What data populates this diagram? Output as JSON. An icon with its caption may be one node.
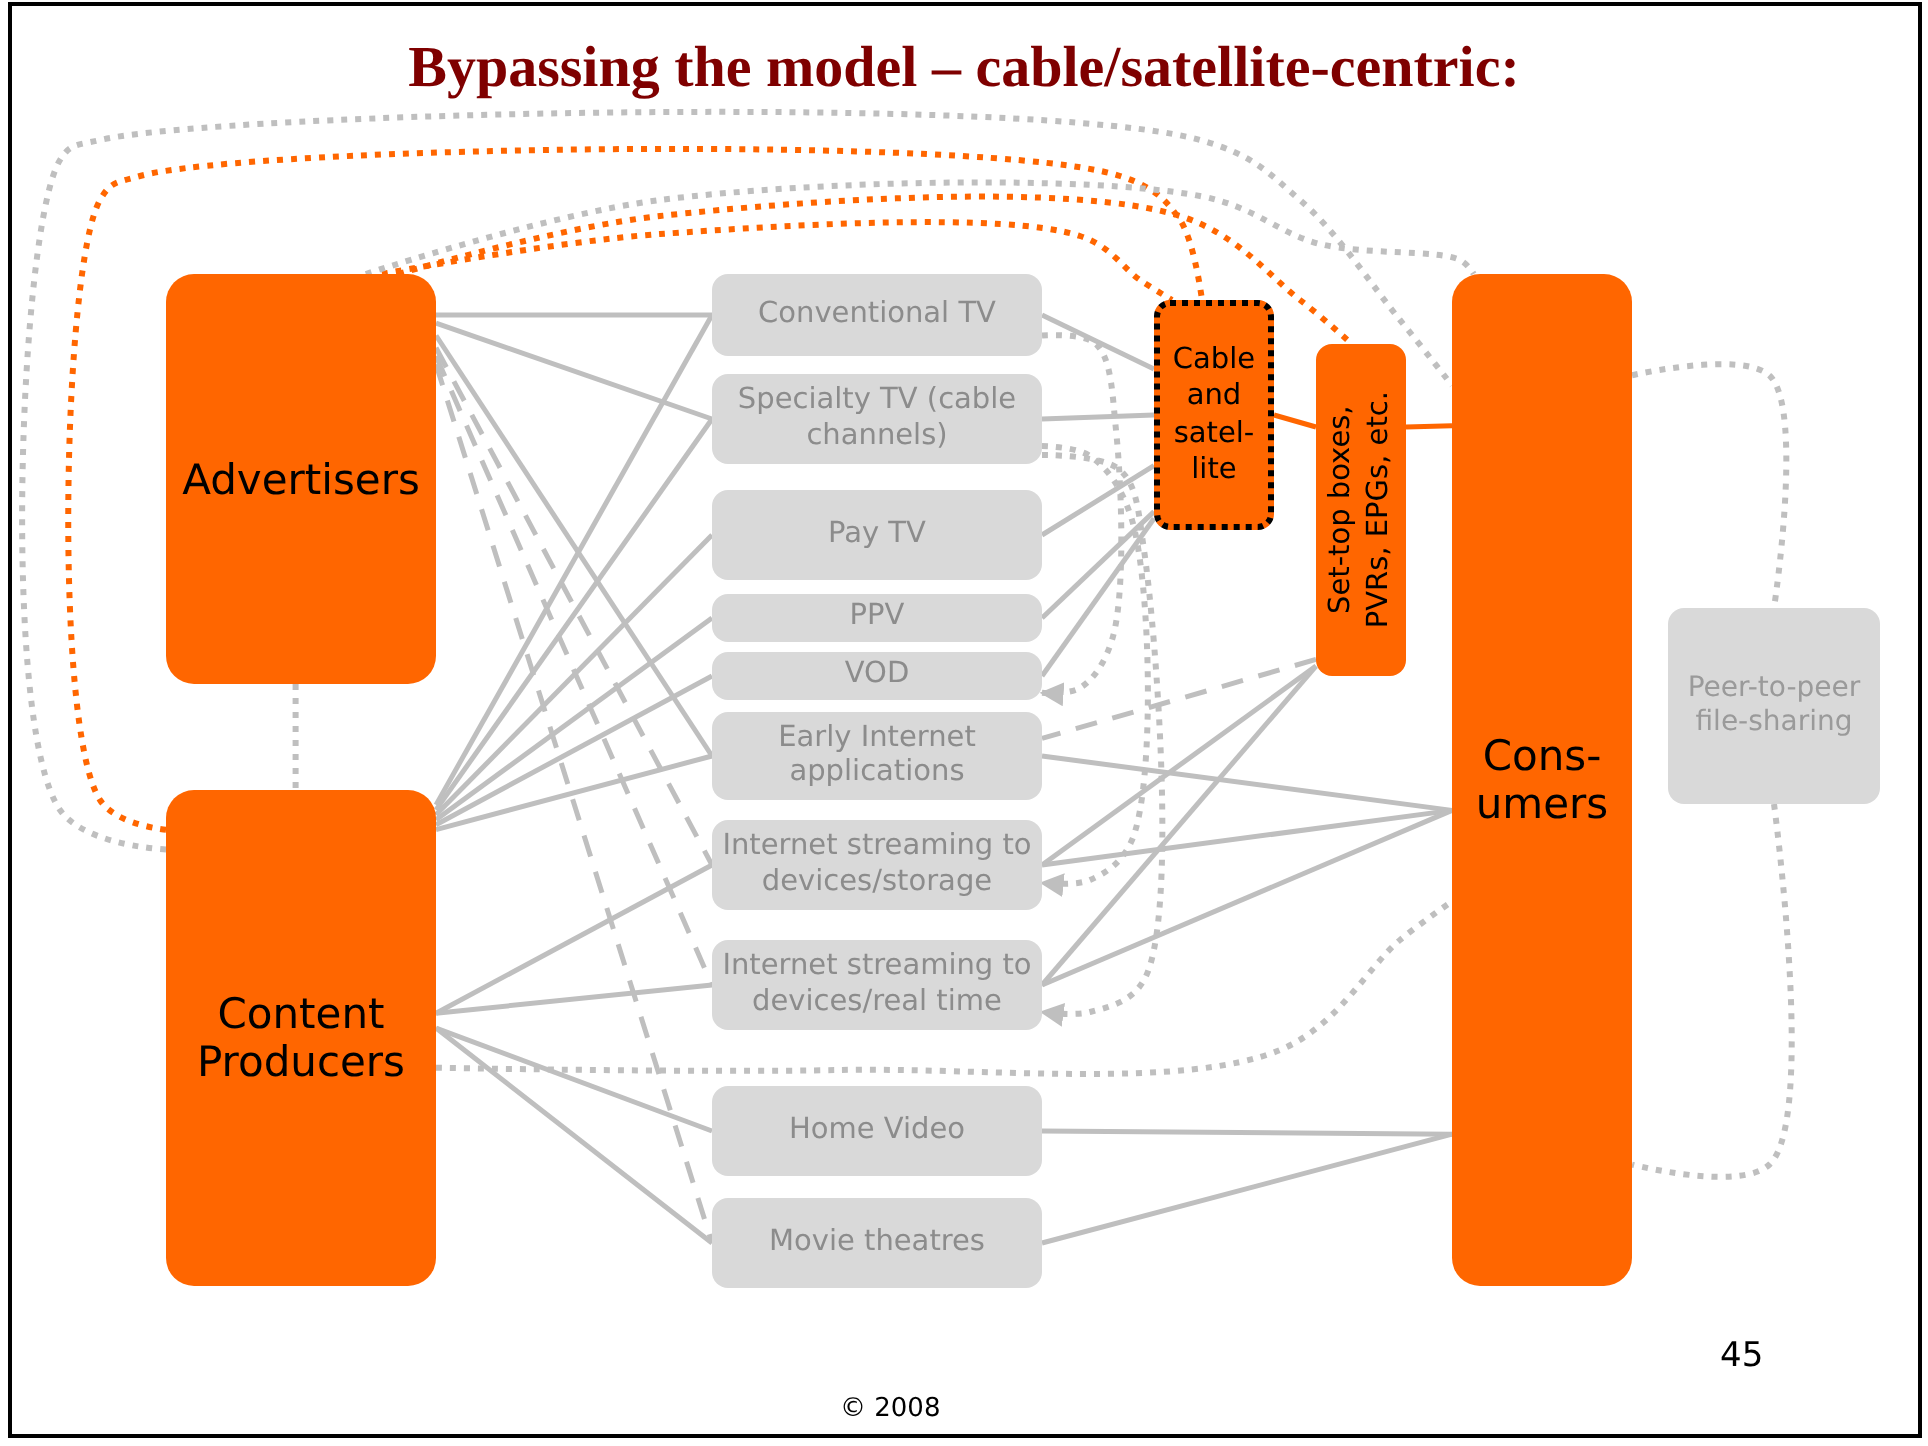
{
  "diagram": {
    "title": "Bypassing the model – cable/satellite-centric:",
    "nodes": [
      {
        "text": [
          "Advertisers"
        ]
      },
      {
        "text": [
          "Content Producers"
        ]
      },
      {
        "text": [
          "Conventional TV"
        ]
      },
      {
        "text": [
          "Specialty TV (cable channels)"
        ]
      },
      {
        "text": [
          "Pay TV"
        ]
      },
      {
        "text": [
          "PPV"
        ]
      },
      {
        "text": [
          "VOD"
        ]
      },
      {
        "text": [
          "Early Internet applications"
        ]
      },
      {
        "text": [
          "Internet streaming to devices/storage"
        ]
      },
      {
        "text": [
          "Internet streaming to devices/real time"
        ]
      },
      {
        "text": [
          "Home Video"
        ]
      },
      {
        "text": [
          "Movie theatres"
        ]
      },
      {
        "text": [
          "Cable and satel- lite"
        ]
      },
      {
        "text": [
          "Set-top boxes, PVRs, EPGs, etc."
        ]
      },
      {
        "text": [
          "Cons- umers"
        ]
      },
      {
        "text": [
          "Peer-to-peer file-sharing"
        ]
      }
    ],
    "edges": [
      {
        "from": 0,
        "to": 2,
        "arrow": "none"
      },
      {
        "from": 0,
        "to": 3,
        "arrow": "none"
      },
      {
        "from": 0,
        "to": 7,
        "arrow": "none"
      },
      {
        "from": 0,
        "to": 8,
        "arrow": "none",
        "style": "dashed"
      },
      {
        "from": 0,
        "to": 9,
        "arrow": "none",
        "style": "dashed"
      },
      {
        "from": 0,
        "to": 11,
        "arrow": "none",
        "style": "dashed"
      },
      {
        "from": 1,
        "to": 2,
        "arrow": "none"
      },
      {
        "from": 1,
        "to": 3,
        "arrow": "none"
      },
      {
        "from": 1,
        "to": 4,
        "arrow": "none"
      },
      {
        "from": 1,
        "to": 5,
        "arrow": "none"
      },
      {
        "from": 1,
        "to": 6,
        "arrow": "none"
      },
      {
        "from": 1,
        "to": 7,
        "arrow": "none"
      },
      {
        "from": 1,
        "to": 8,
        "arrow": "none"
      },
      {
        "from": 1,
        "to": 9,
        "arrow": "none"
      },
      {
        "from": 1,
        "to": 10,
        "arrow": "none"
      },
      {
        "from": 1,
        "to": 11,
        "arrow": "none"
      },
      {
        "from": 2,
        "to": 12,
        "arrow": "none"
      },
      {
        "from": 3,
        "to": 12,
        "arrow": "none"
      },
      {
        "from": 4,
        "to": 12,
        "arrow": "none"
      },
      {
        "from": 5,
        "to": 12,
        "arrow": "none"
      },
      {
        "from": 6,
        "to": 12,
        "arrow": "none"
      },
      {
        "from": 12,
        "to": 13,
        "arrow": "none",
        "color": "#ff6600"
      },
      {
        "from": 13,
        "to": 14,
        "arrow": "none",
        "color": "#ff6600"
      },
      {
        "from": 13,
        "to": 7,
        "arrow": "none",
        "style": "dashed"
      },
      {
        "from": 13,
        "to": 8,
        "arrow": "none"
      },
      {
        "from": 13,
        "to": 9,
        "arrow": "none"
      },
      {
        "from": 7,
        "to": 14,
        "arrow": "none"
      },
      {
        "from": 8,
        "to": 14,
        "arrow": "none"
      },
      {
        "from": 9,
        "to": 14,
        "arrow": "none"
      },
      {
        "from": 10,
        "to": 14,
        "arrow": "none"
      },
      {
        "from": 11,
        "to": 14,
        "arrow": "none"
      },
      {
        "from": 2,
        "to": 6,
        "arrow": "to",
        "style": "dashed"
      },
      {
        "from": 3,
        "to": 8,
        "arrow": "to",
        "style": "dashed"
      },
      {
        "from": 3,
        "to": 9,
        "arrow": "to",
        "style": "dashed"
      },
      {
        "from": 0,
        "to": 1,
        "arrow": "none",
        "style": "dashed"
      },
      {
        "from": 1,
        "to": 14,
        "arrow": "none",
        "style": "dashed"
      },
      {
        "from": 14,
        "to": 15,
        "arrow": "none",
        "style": "dashed"
      },
      {
        "from": 15,
        "to": 14,
        "arrow": "none",
        "style": "dashed"
      },
      {
        "from": 1,
        "to": 12,
        "arrow": "none",
        "style": "dashed",
        "color": "#ff6600"
      },
      {
        "from": 1,
        "to": 14,
        "arrow": "none",
        "style": "dashed"
      },
      {
        "from": 0,
        "to": 12,
        "arrow": "none",
        "style": "dashed",
        "color": "#ff6600"
      },
      {
        "from": 0,
        "to": 13,
        "arrow": "none",
        "style": "dashed",
        "color": "#ff6600"
      },
      {
        "from": 0,
        "to": 14,
        "arrow": "none",
        "style": "dashed"
      }
    ],
    "labels": [
      "45",
      "© 2008"
    ]
  }
}
